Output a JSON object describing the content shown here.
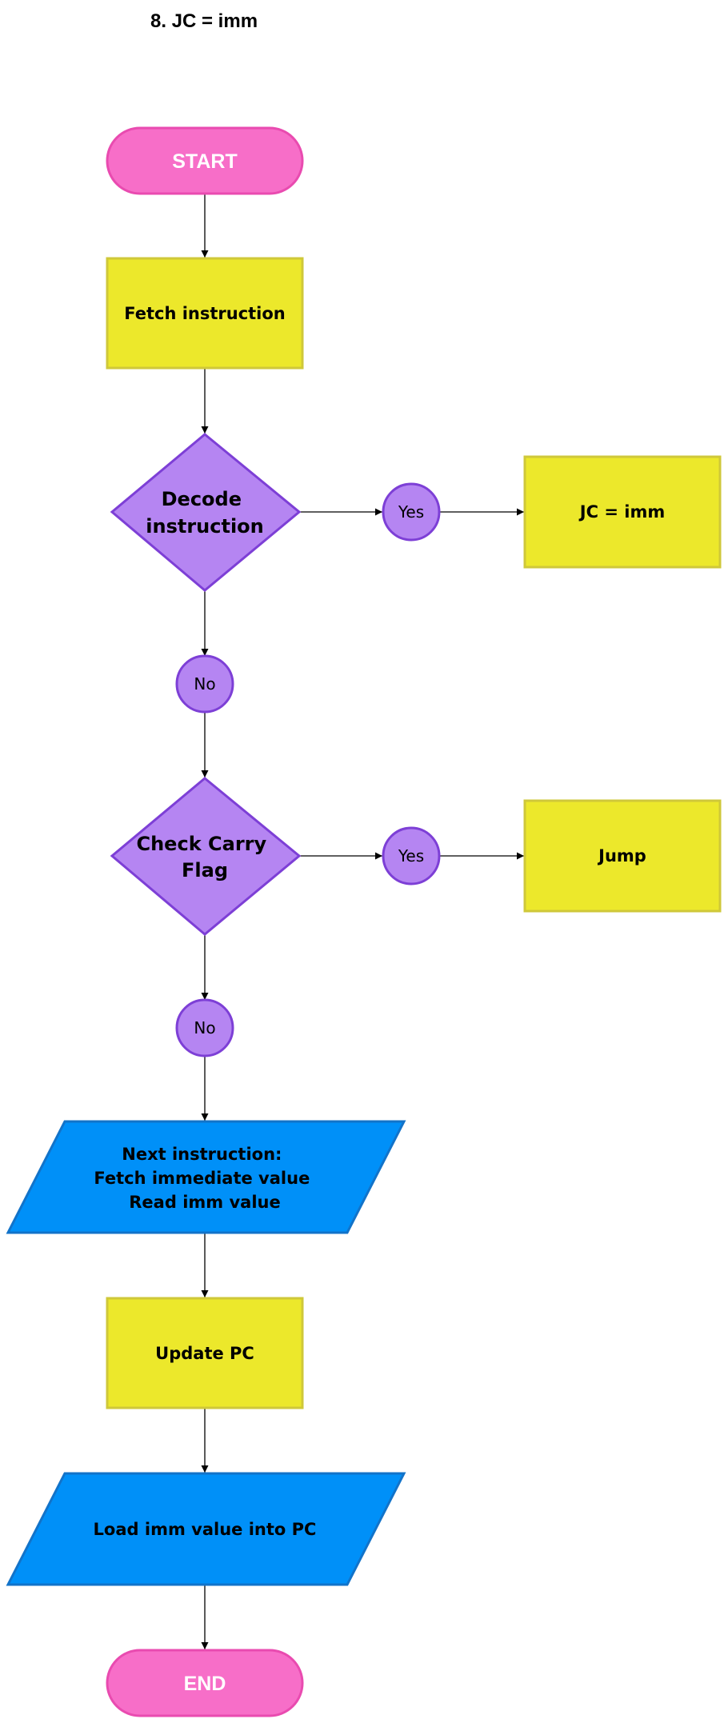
{
  "title": "8. JC = imm",
  "colors": {
    "terminal_fill": "#f76ec8",
    "terminal_stroke": "#e94bb0",
    "process_fill": "#ece82b",
    "process_stroke": "#cfc83a",
    "decision_fill": "#b585f2",
    "decision_stroke": "#7d3fd6",
    "io_fill": "#0090f8",
    "io_stroke": "#1273c9"
  },
  "nodes": {
    "start": "START",
    "fetch": "Fetch instruction",
    "decode": [
      "Decode",
      "instruction"
    ],
    "yes1": "Yes",
    "jc_imm": "JC = imm",
    "no1": "No",
    "carry": [
      "Check Carry",
      "Flag"
    ],
    "yes2": "Yes",
    "jump": "Jump",
    "no2": "No",
    "next": [
      "Next instruction:",
      "Fetch immediate value",
      "Read imm value"
    ],
    "update_pc": "Update PC",
    "load_pc": "Load imm value into PC",
    "end": "END"
  }
}
